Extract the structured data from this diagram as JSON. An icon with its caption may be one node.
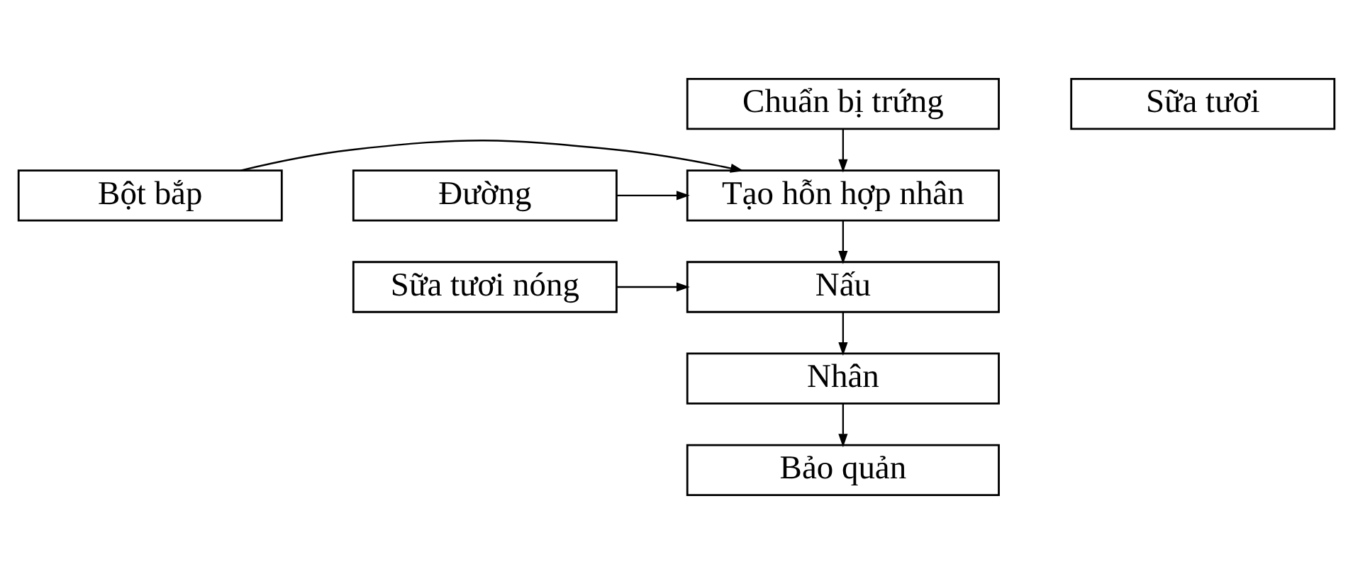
{
  "diagram": {
    "nodes": [
      {
        "text": [
          "Chuẩn bị trứng"
        ]
      },
      {
        "text": [
          "Sữa tươi"
        ]
      },
      {
        "text": [
          "Bột bắp"
        ]
      },
      {
        "text": [
          "Tạo hỗn hợp nhân"
        ]
      },
      {
        "text": [
          "Đường"
        ]
      },
      {
        "text": [
          "Sữa tươi nóng"
        ]
      },
      {
        "text": [
          "Nấu"
        ]
      },
      {
        "text": [
          "Nhân"
        ]
      },
      {
        "text": [
          "Bảo quản"
        ]
      }
    ],
    "edges": [
      {
        "from": 0,
        "to": 3,
        "arrow": "to"
      },
      {
        "from": 2,
        "to": 3,
        "arrow": "to"
      },
      {
        "from": 4,
        "to": 3,
        "arrow": "to"
      },
      {
        "from": 3,
        "to": 6,
        "arrow": "to"
      },
      {
        "from": 5,
        "to": 6,
        "arrow": "to"
      },
      {
        "from": 6,
        "to": 7,
        "arrow": "to"
      },
      {
        "from": 7,
        "to": 8,
        "arrow": "to"
      }
    ]
  }
}
